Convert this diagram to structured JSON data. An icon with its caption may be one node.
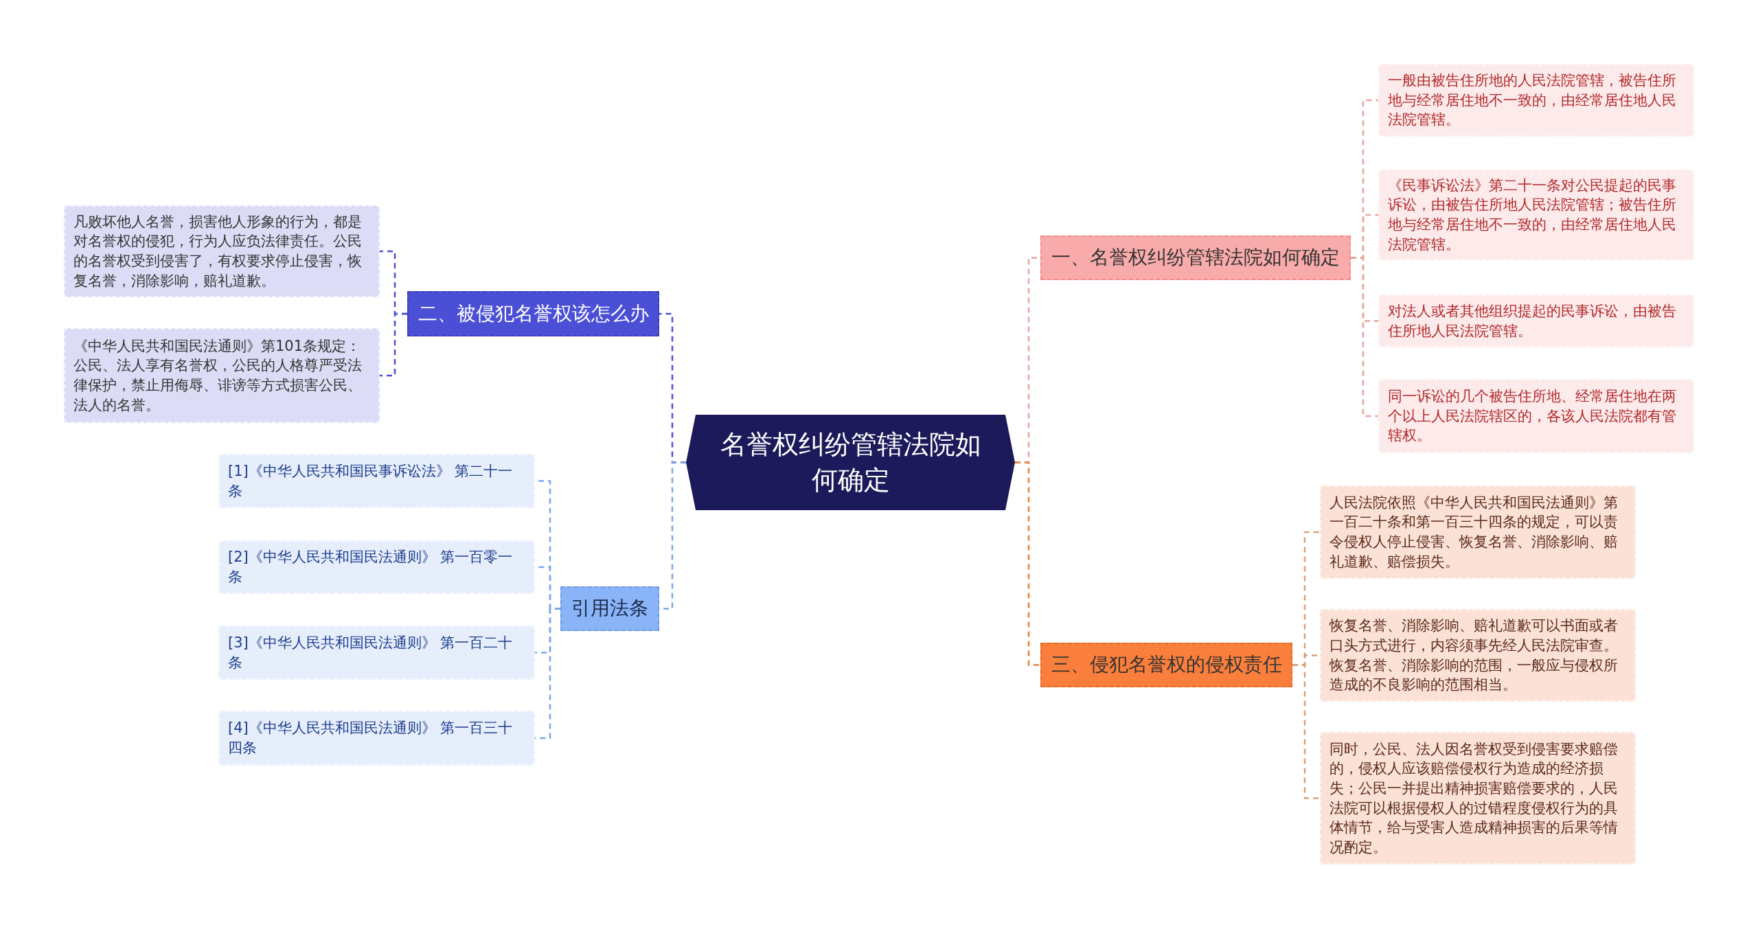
{
  "diagram": {
    "nodes": [
      {
        "text": [
          "名誉权纠纷管辖法院如何确定"
        ]
      },
      {
        "text": [
          "一、名誉权纠纷管辖法院如何确定"
        ]
      },
      {
        "text": [
          "一般由被告住所地的人民法院管辖，被告住所地与经常居住地不一致的，由经常居住地人民法院管辖。"
        ]
      },
      {
        "text": [
          "《民事诉讼法》第二十一条对公民提起的民事诉讼，由被告住所地人民法院管辖；被告住所地与经常居住地不一致的，由经常居住地人民法院管辖。"
        ]
      },
      {
        "text": [
          "对法人或者其他组织提起的民事诉讼，由被告住所地人民法院管辖。"
        ]
      },
      {
        "text": [
          "同一诉讼的几个被告住所地、经常居住地在两个以上人民法院辖区的，各该人民法院都有管辖权。"
        ]
      },
      {
        "text": [
          "二、被侵犯名誉权该怎么办"
        ]
      },
      {
        "text": [
          "凡败坏他人名誉，损害他人形象的行为，都是对名誉权的侵犯，行为人应负法律责任。公民的名誉权受到侵害了，有权要求停止侵害，恢复名誉，消除影响，赔礼道歉。"
        ]
      },
      {
        "text": [
          "《中华人民共和国民法通则》第101条规定：公民、法人享有名誉权，公民的人格尊严受法律保护，禁止用侮辱、诽谤等方式损害公民、法人的名誉。"
        ]
      },
      {
        "text": [
          "引用法条"
        ]
      },
      {
        "text": [
          "[1]《中华人民共和国民事诉讼法》 第二十一条"
        ]
      },
      {
        "text": [
          "[2]《中华人民共和国民法通则》 第一百零一条"
        ]
      },
      {
        "text": [
          "[3]《中华人民共和国民法通则》 第一百二十条"
        ]
      },
      {
        "text": [
          "[4]《中华人民共和国民法通则》 第一百三十四条"
        ]
      },
      {
        "text": [
          "三、侵犯名誉权的侵权责任"
        ]
      },
      {
        "text": [
          "人民法院依照《中华人民共和国民法通则》第一百二十条和第一百三十四条的规定，可以责令侵权人停止侵害、恢复名誉、消除影响、赔礼道歉、赔偿损失。"
        ]
      },
      {
        "text": [
          "恢复名誉、消除影响、赔礼道歉可以书面或者口头方式进行，内容须事先经人民法院审查。恢复名誉、消除影响的范围，一般应与侵权所造成的不良影响的范围相当。"
        ]
      },
      {
        "text": [
          "同时，公民、法人因名誉权受到侵害要求赔偿的，侵权人应该赔偿侵权行为造成的经济损失；公民一并提出精神损害赔偿要求的，人民法院可以根据侵权人的过错程度侵权行为的具体情节，给与受害人造成精神损害的后果等情况酌定。"
        ]
      }
    ],
    "edges": [
      {
        "from": 0,
        "to": 1,
        "arrow": "none",
        "style": "dashed",
        "color": "#e8a39c"
      },
      {
        "from": 1,
        "to": 2,
        "arrow": "none",
        "style": "dashed",
        "color": "#e8a39c"
      },
      {
        "from": 1,
        "to": 3,
        "arrow": "none",
        "style": "dashed",
        "color": "#e8a39c"
      },
      {
        "from": 1,
        "to": 4,
        "arrow": "none",
        "style": "dashed",
        "color": "#e8a39c"
      },
      {
        "from": 1,
        "to": 5,
        "arrow": "none",
        "style": "dashed",
        "color": "#e8a39c"
      },
      {
        "from": 0,
        "to": 6,
        "arrow": "none",
        "style": "dashed",
        "color": "#4a4fd6"
      },
      {
        "from": 6,
        "to": 7,
        "arrow": "none",
        "style": "dashed",
        "color": "#4a4fd6"
      },
      {
        "from": 6,
        "to": 8,
        "arrow": "none",
        "style": "dashed",
        "color": "#4a4fd6"
      },
      {
        "from": 0,
        "to": 9,
        "arrow": "none",
        "style": "dashed",
        "color": "#7ba7e8"
      },
      {
        "from": 9,
        "to": 10,
        "arrow": "none",
        "style": "dashed",
        "color": "#7ba7e8"
      },
      {
        "from": 9,
        "to": 11,
        "arrow": "none",
        "style": "dashed",
        "color": "#7ba7e8"
      },
      {
        "from": 9,
        "to": 12,
        "arrow": "none",
        "style": "dashed",
        "color": "#7ba7e8"
      },
      {
        "from": 9,
        "to": 13,
        "arrow": "none",
        "style": "dashed",
        "color": "#7ba7e8"
      },
      {
        "from": 0,
        "to": 14,
        "arrow": "none",
        "style": "dashed",
        "color": "#e8803a"
      },
      {
        "from": 14,
        "to": 15,
        "arrow": "none",
        "style": "dashed",
        "color": "#d9a07a"
      },
      {
        "from": 14,
        "to": 16,
        "arrow": "none",
        "style": "dashed",
        "color": "#d9a07a"
      },
      {
        "from": 14,
        "to": 17,
        "arrow": "none",
        "style": "dashed",
        "color": "#d9a07a"
      }
    ]
  }
}
